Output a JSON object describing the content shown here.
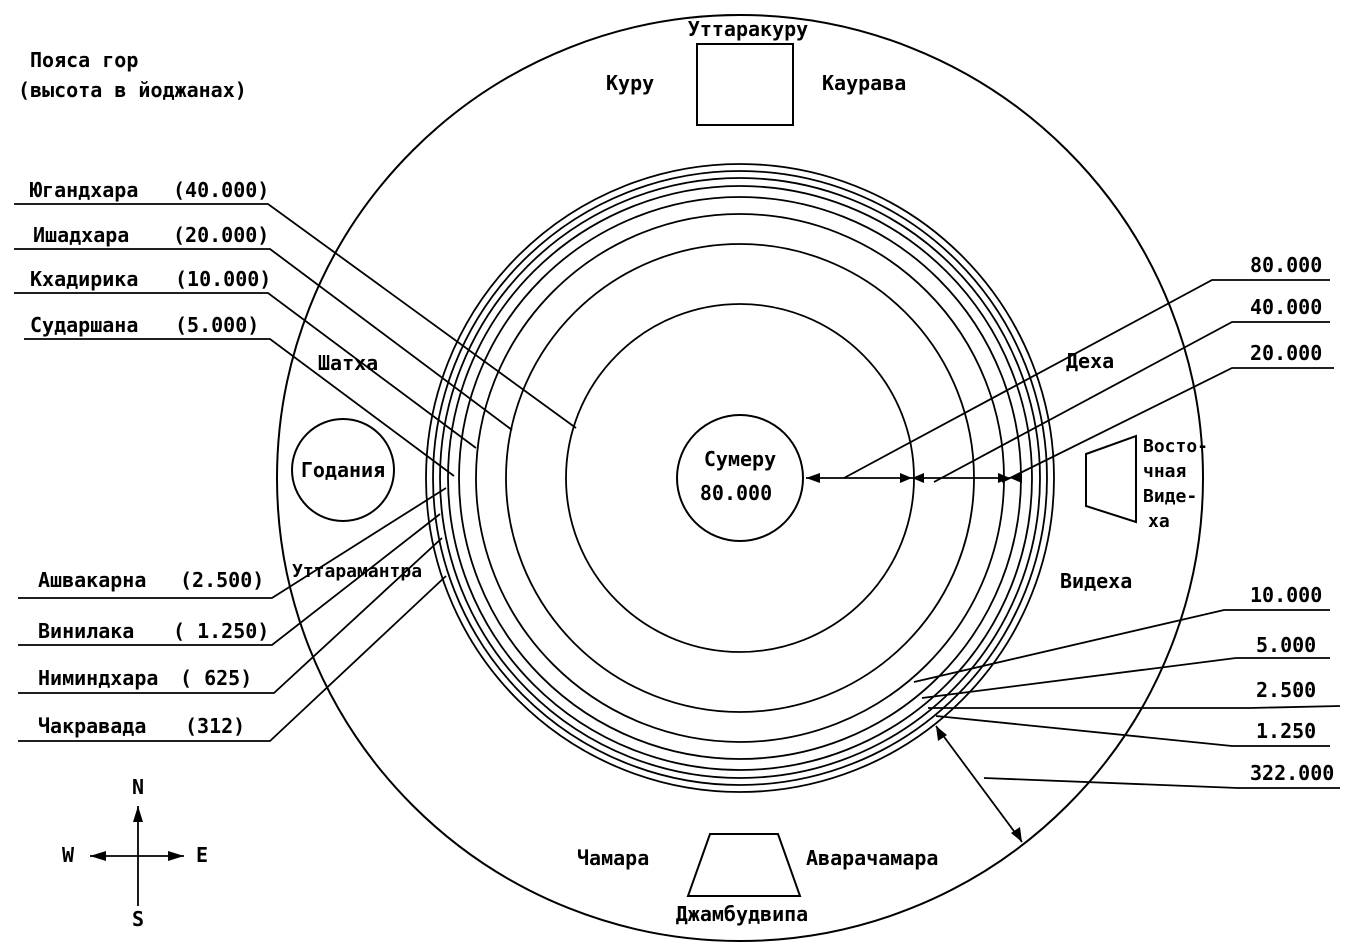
{
  "legend": {
    "line1": "Пояса гор",
    "line2": "(высота в йоджанах)"
  },
  "center": {
    "name": "Сумеру",
    "height": "80.000"
  },
  "mountains_left": [
    {
      "name": "Югандхара",
      "value": "(40.000)"
    },
    {
      "name": "Ишадхара",
      "value": "(20.000)"
    },
    {
      "name": "Кхадирика",
      "value": "(10.000)"
    },
    {
      "name": "Сударшана",
      "value": "(5.000)"
    },
    {
      "name": "Ашвакарна",
      "value": "(2.500)"
    },
    {
      "name": "Винилака",
      "value": "( 1.250)"
    },
    {
      "name": "Ниминдхара",
      "value": "( 625)"
    },
    {
      "name": "Чакравада",
      "value": "(312)"
    }
  ],
  "distances_right": [
    "80.000",
    "40.000",
    "20.000",
    "10.000",
    "5.000",
    "2.500",
    "1.250",
    "322.000"
  ],
  "continents": {
    "north": "Уттаракуру",
    "north_left": "Куру",
    "north_right": "Каурава",
    "west": "Годания",
    "west_upper": "Шатха",
    "west_lower": "Уттарамантра",
    "east_line1": "Восто-",
    "east_line2": "чная",
    "east_line3": "Виде-",
    "east_line4": "ха",
    "east_upper": "Деха",
    "east_lower": "Видеха",
    "south": "Джамбудвипа",
    "south_left": "Чамара",
    "south_right": "Аварачамара"
  },
  "compass": {
    "n": "N",
    "s": "S",
    "e": "E",
    "w": "W"
  }
}
